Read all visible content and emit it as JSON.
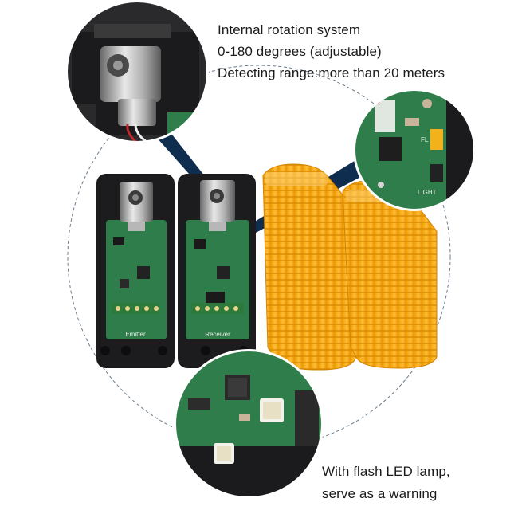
{
  "captions": {
    "top_lines": [
      "Internal rotation system",
      "0-180 degrees (adjustable)",
      "Detecting range:more than 20 meters"
    ],
    "bottom_lines": [
      "With flash LED lamp,",
      "serve as a warning"
    ]
  },
  "product": {
    "emitter_label": "Emitter",
    "receiver_label": "Receiver",
    "board_jumper_label_1": "FL",
    "board_jumper_label_2": "LIGHT"
  },
  "colors": {
    "housing": "#1c1c1e",
    "pcb": "#2f7d4a",
    "lens": "#f5a714",
    "lens_dark": "#e08d00",
    "pointer": "#0f2d4e",
    "dashed_circle": "#6b7c8c"
  }
}
